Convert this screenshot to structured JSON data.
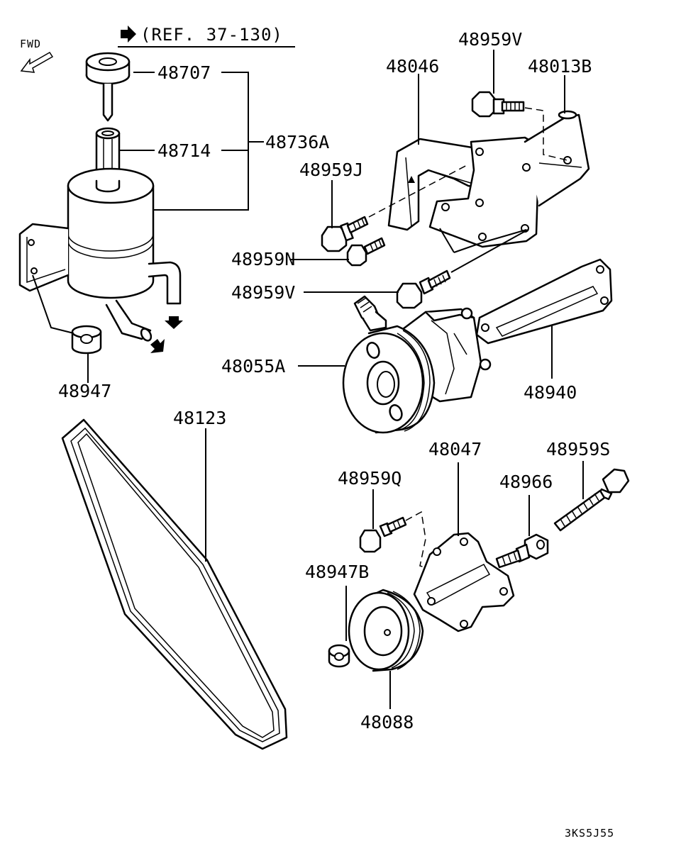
{
  "header": {
    "fwd_label": "FWD",
    "reference": "(REF. 37-130)"
  },
  "labels": {
    "cap": "48707",
    "filter": "48714",
    "reservoir_assy": "48736A",
    "grommet_reservoir": "48947",
    "belt": "48123",
    "bracket_upper": "48046",
    "bolt_v_top": "48959V",
    "bracket_rear": "48013B",
    "bolt_j": "48959J",
    "bolt_n": "48959N",
    "bolt_v_mid": "48959V",
    "pump": "48055A",
    "stay": "48940",
    "tensioner_bracket": "48047",
    "bolt_q": "48959Q",
    "stud": "48966",
    "bolt_s": "48959S",
    "spacer": "48947B",
    "idler_pulley": "48088"
  },
  "footer": {
    "diagram_code": "3KS5J55"
  }
}
